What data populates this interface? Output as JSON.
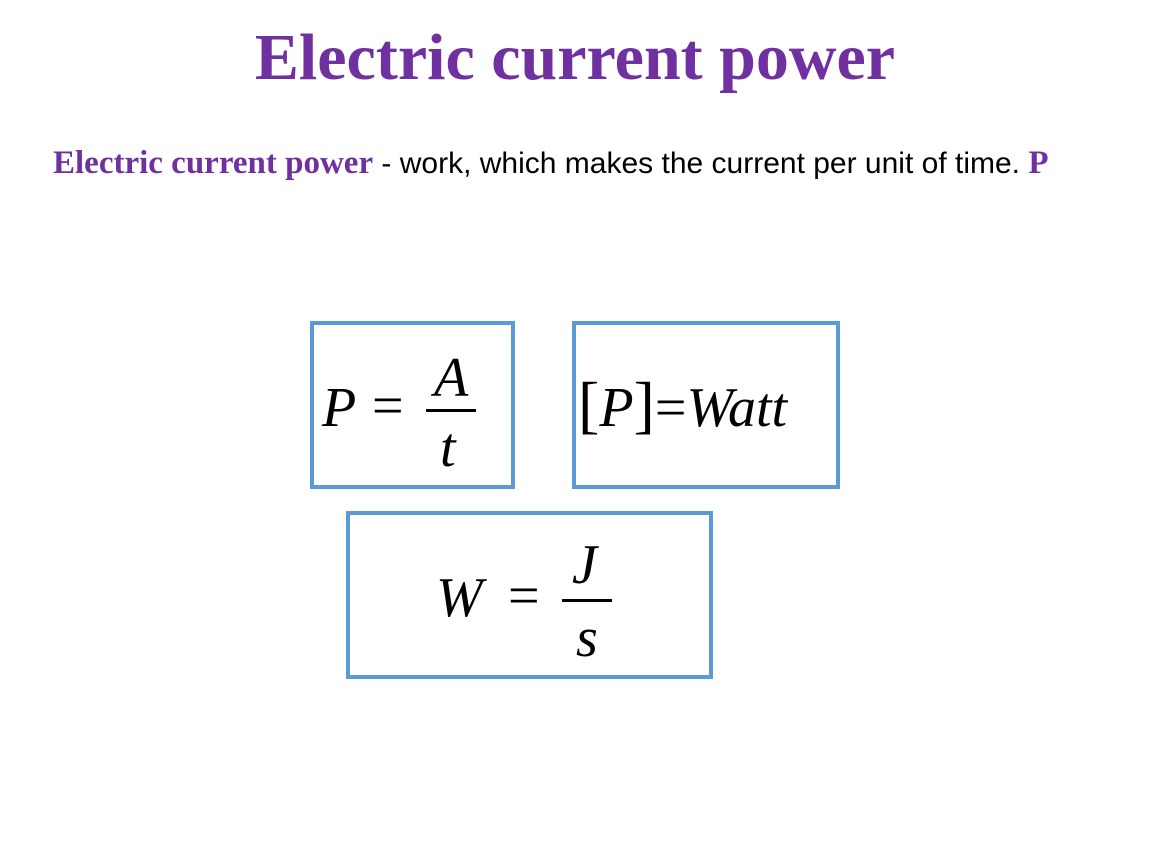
{
  "slide": {
    "title": "Electric current power",
    "definition": {
      "term": "Electric current power",
      "text": " - work, which makes the current per unit of time. ",
      "symbol": "P"
    }
  },
  "formulas": {
    "power": {
      "lhs": "P",
      "eq": "=",
      "numerator": "A",
      "denominator": "t"
    },
    "unit": {
      "open": "[",
      "symbol": "P",
      "close": "]",
      "eq": "=",
      "rhs": "Watt"
    },
    "watt": {
      "lhs": "W",
      "eq": "=",
      "numerator": "J",
      "denominator": "s"
    }
  },
  "colors": {
    "accent": "#7030a0",
    "box_border": "#5b9bd5"
  }
}
